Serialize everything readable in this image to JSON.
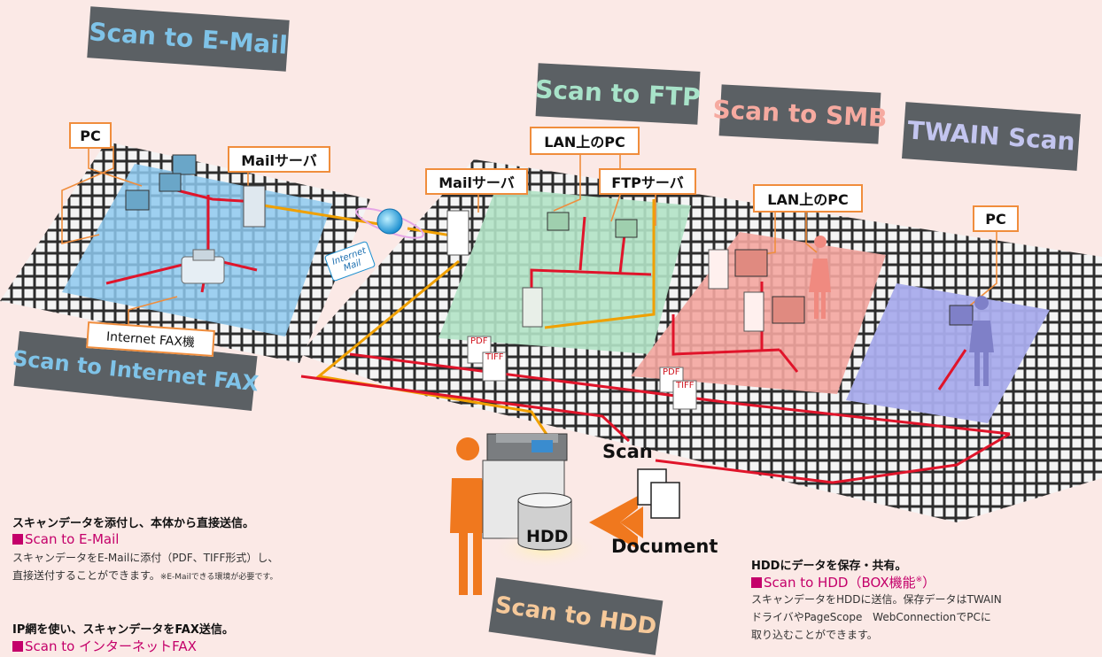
{
  "banners": {
    "email": "Scan to E-Mail",
    "ftp": "Scan to FTP",
    "smb": "Scan to SMB",
    "twain": "TWAIN Scan",
    "ifax": "Scan to Internet FAX",
    "hdd": "Scan to HDD"
  },
  "labels": {
    "pc_left": "PC",
    "mail_server_left": "Mailサーバ",
    "internet_fax_machine": "Internet FAX機",
    "mail_server_center": "Mailサーバ",
    "lan_pc_ftp": "LAN上のPC",
    "ftp_server": "FTPサーバ",
    "lan_pc_smb": "LAN上のPC",
    "pc_right": "PC"
  },
  "internet_mail_tag": "Internet Mail",
  "doc_formats": {
    "pdf": "PDF",
    "tiff": "TIFF"
  },
  "hdd_label": "HDD",
  "scan_word": "Scan",
  "document_word": "Document",
  "sections": {
    "email": {
      "heading": "スキャンデータを添付し、本体から直接送信。",
      "title": "Scan to E-Mail",
      "line1": "スキャンデータをE-Mailに添付（PDF、TIFF形式）し、",
      "line2": "直接送付することができます。",
      "note": "※E-Mailできる環境が必要です。"
    },
    "ifax": {
      "heading": "IP網を使い、スキャンデータをFAX送信。",
      "title": "Scan to インターネットFAX"
    },
    "hdd": {
      "heading": "HDDにデータを保存・共有。",
      "title": "Scan to HDD（BOX機能",
      "title_mark": "※",
      "title_end": "）",
      "line1": "スキャンデータをHDDに送信。保存データはTWAIN",
      "line2": "ドライバやPageScope WebConnectionでPCに",
      "line3": "取り込むことができます。"
    }
  },
  "colors": {
    "banner_bg": "#5b6064",
    "email_text": "#7fc3e8",
    "ftp_text": "#a8e3c9",
    "smb_text": "#f6aaa0",
    "twain_text": "#c3c5ef",
    "ifax_text": "#7fc3e8",
    "hdd_text": "#f6c99a",
    "label_border": "#f08d3c",
    "red_line": "#e0142a",
    "orange_line": "#f0a000",
    "title_magenta": "#c4006a"
  }
}
